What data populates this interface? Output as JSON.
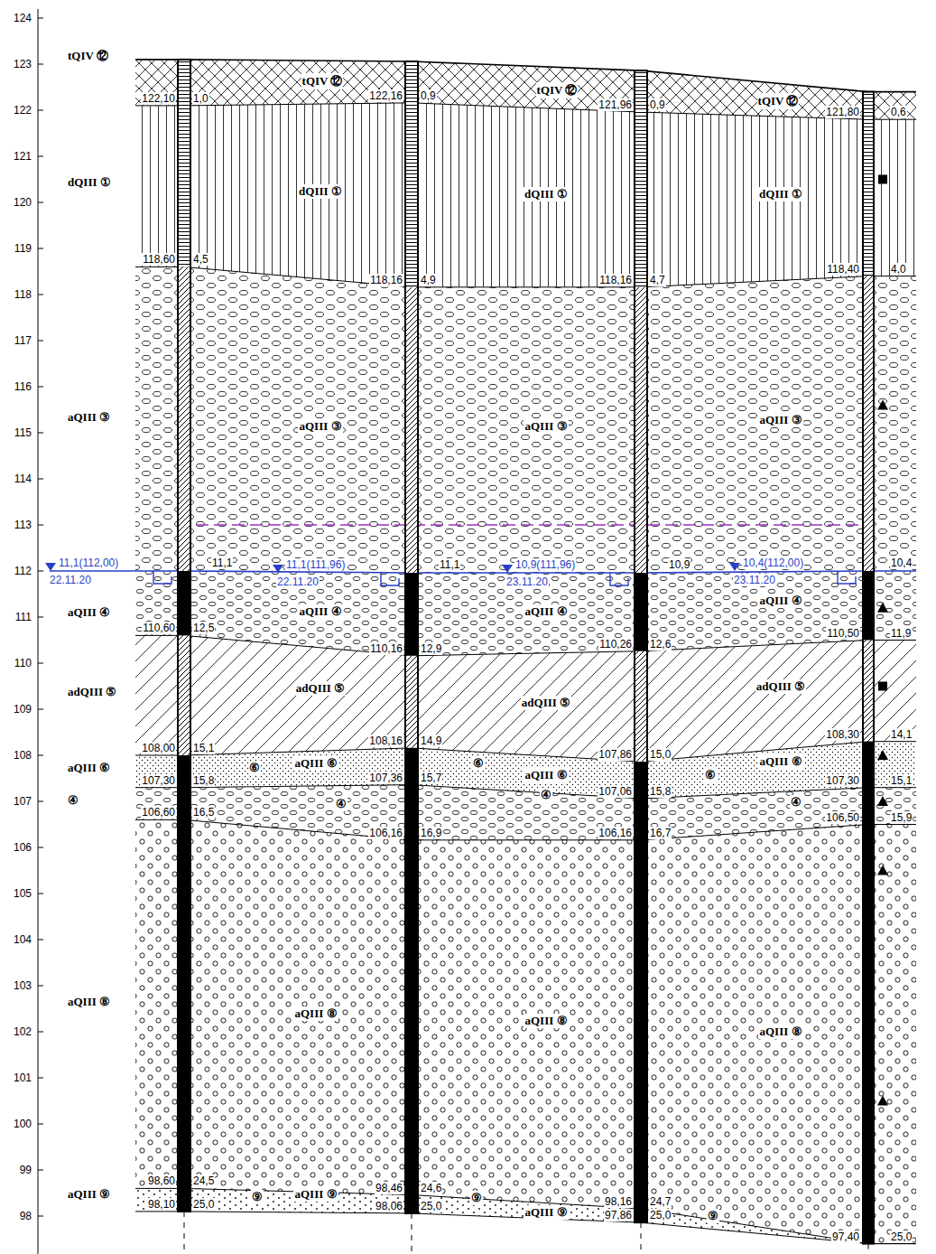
{
  "diagram": {
    "labels": [
      "124",
      "123",
      "122",
      "121",
      "120",
      "119",
      "118",
      "117",
      "116",
      "115",
      "114",
      "113",
      "112",
      "111",
      "110",
      "109",
      "108",
      "107",
      "106",
      "105",
      "104",
      "103",
      "102",
      "101",
      "100",
      "99",
      "98",
      "tQIV ⑫",
      "dQIII ①",
      "aQIII ③",
      "aQIII ④",
      "adQIII ⑤",
      "aQIII ⑥",
      "④",
      "aQIII ⑧",
      "aQIII ⑨",
      "122,10",
      "1,0",
      "118,60",
      "4,5",
      "110,60",
      "12,5",
      "108,00",
      "15,1",
      "107,30",
      "15,8",
      "106,60",
      "16,5",
      "98,60",
      "24,5",
      "98,10",
      "25,0",
      "122,16",
      "0,9",
      "118,16",
      "4,9",
      "110,16",
      "12,9",
      "108,16",
      "14,9",
      "107,36",
      "15,7",
      "106,16",
      "16,9",
      "98,46",
      "24,6",
      "98,06",
      "25,0",
      "121,96",
      "0,9",
      "118,16",
      "4,7",
      "110,26",
      "12,6",
      "107,86",
      "15,0",
      "107,06",
      "15,8",
      "106,16",
      "16,7",
      "98,16",
      "24,7",
      "97,86",
      "25,0",
      "121,80",
      "0,6",
      "118,40",
      "4,0",
      "110,50",
      "11,9",
      "108,30",
      "14,1",
      "107,30",
      "15,1",
      "106,50",
      "15,9",
      "97,40",
      "25,0",
      "11,1(112,00)",
      "22.11.20",
      "11,1",
      "11,1(111,96)",
      "22.11.20",
      "11,1",
      "10,9(111,96)",
      "23.11.20",
      "10,9",
      "10,4(112,00)",
      "23.11.20",
      "10,4",
      "tQIV ⑫",
      "dQIII ①",
      "aQIII ③",
      "aQIII ④",
      "adQIII ⑤",
      "⑥",
      "aQIII ⑥",
      "④",
      "aQIII ⑧",
      "⑨",
      "aQIII ⑨",
      "tQIV ⑫",
      "dQIII ①",
      "aQIII ③",
      "aQIII ④",
      "adQIII ⑤",
      "⑥",
      "aQIII ⑥",
      "④",
      "aQIII ⑧",
      "⑨",
      "aQIII ⑨",
      "tQIV ⑫",
      "dQIII ①",
      "aQIII ③",
      "aQIII ④",
      "adQIII ⑤",
      "aQIII ⑥",
      "⑥",
      "④",
      "aQIII ⑧",
      "⑨"
    ]
  }
}
